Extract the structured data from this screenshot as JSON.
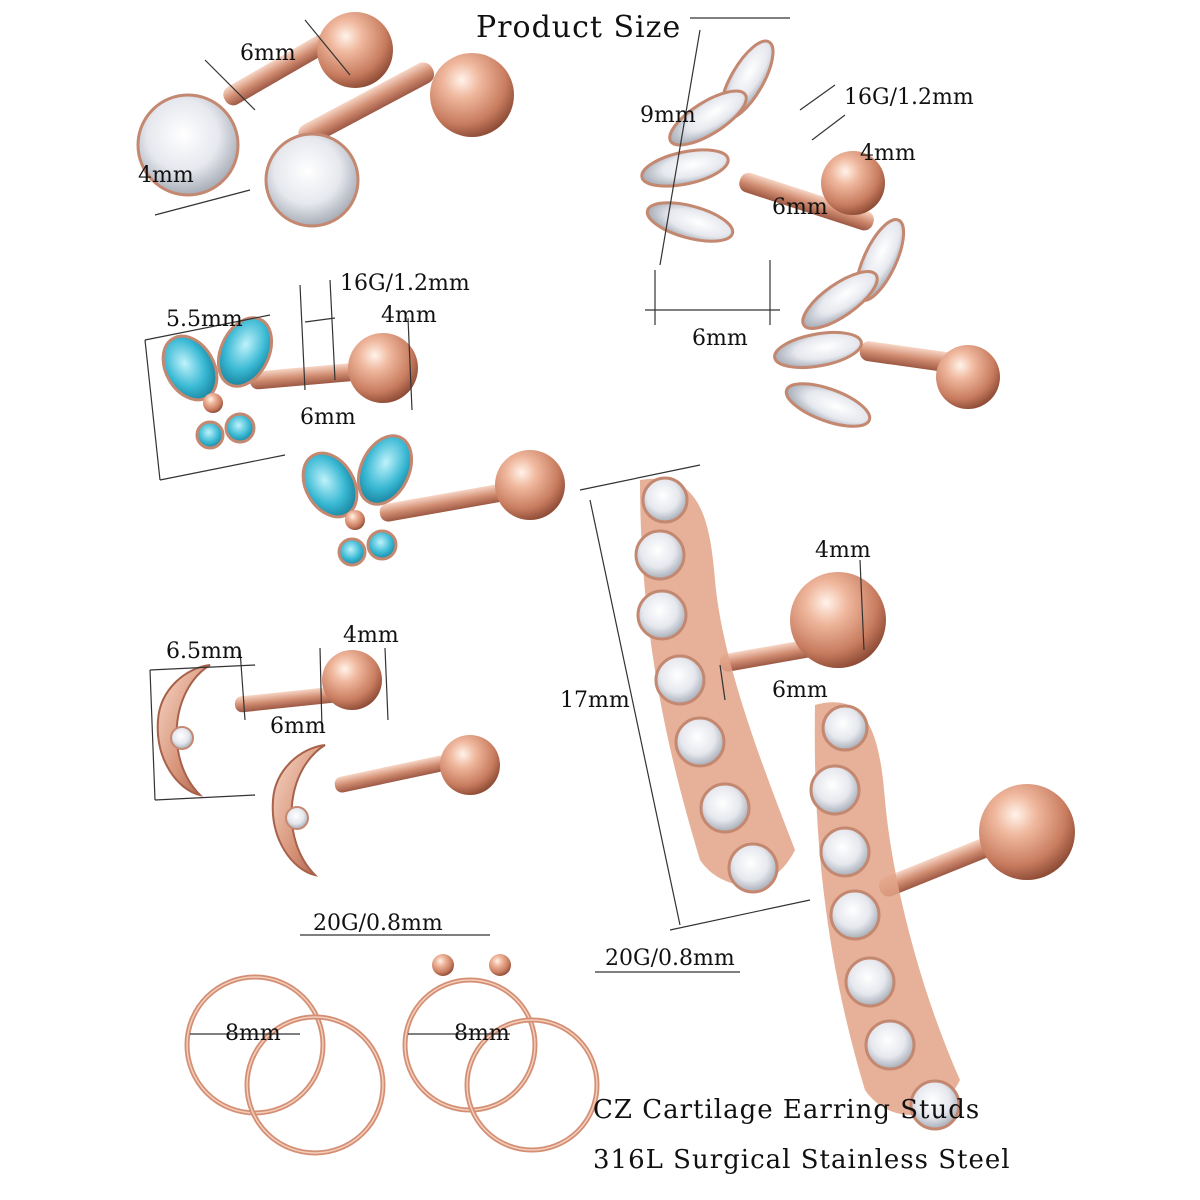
{
  "title": "Product Size",
  "colors": {
    "rose_gold": "#d8977b",
    "rose_gold_dark": "#a8614a",
    "rose_gold_light": "#f6d3c2",
    "crystal": "#eef0f4",
    "blue_stone": "#2fb3cf"
  },
  "items": {
    "round_stud": {
      "bar": "6mm",
      "stone": "4mm"
    },
    "marquise_cluster": {
      "height": "9mm",
      "gauge": "16G/1.2mm",
      "ball": "4mm",
      "bar": "6mm",
      "width": "6mm"
    },
    "butterfly": {
      "width": "5.5mm",
      "gauge": "16G/1.2mm",
      "ball": "4mm",
      "bar": "6mm"
    },
    "moon": {
      "width": "6.5mm",
      "ball": "4mm",
      "bar": "6mm"
    },
    "climber": {
      "length": "17mm",
      "ball": "4mm",
      "bar": "6mm",
      "gauge": "20G/0.8mm"
    },
    "hoop_plain": {
      "gauge": "20G/0.8mm",
      "diameter": "8mm"
    },
    "hoop_ball": {
      "diameter": "8mm"
    }
  },
  "footer": {
    "line1": "CZ Cartilage Earring Studs",
    "line2": "316L Surgical Stainless Steel"
  }
}
